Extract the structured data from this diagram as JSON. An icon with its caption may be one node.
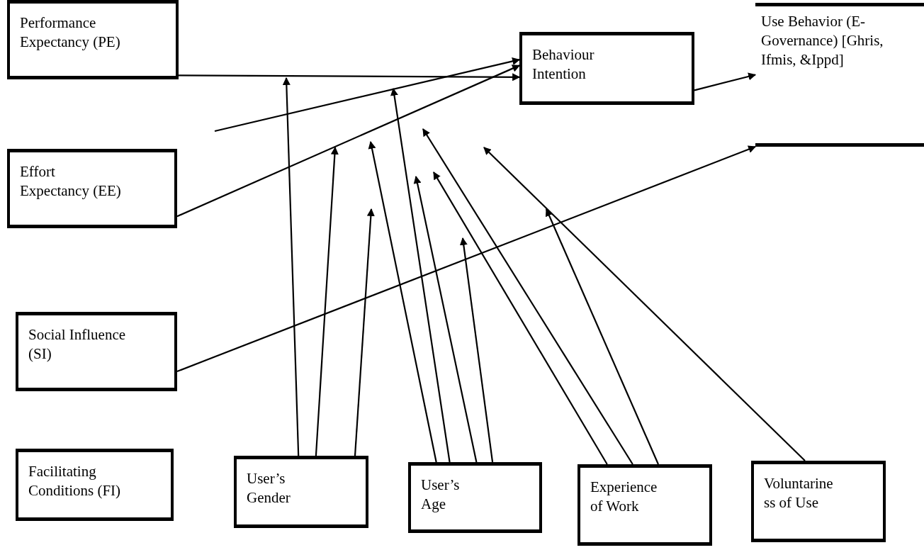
{
  "diagram": {
    "nodes": [
      {
        "text": [
          "Performance Expectancy (PE)"
        ]
      },
      {
        "text": [
          "Behaviour Intention"
        ]
      },
      {
        "text": [
          "Use Behavior (E-Governance) [Ghris, Ifmis, &Ippd]"
        ]
      },
      {
        "text": [
          "Effort Expectancy (EE)"
        ]
      },
      {
        "text": [
          "Social Influence (SI)"
        ]
      },
      {
        "text": [
          "Facilitating Conditions (FI)"
        ]
      },
      {
        "text": [
          "User’s Gender"
        ]
      },
      {
        "text": [
          "User’s Age"
        ]
      },
      {
        "text": [
          "Experience of Work"
        ]
      },
      {
        "text": [
          "Voluntarine ss of Use"
        ]
      }
    ],
    "edges": [
      {
        "from": 0,
        "to": 1,
        "arrow": "to"
      },
      {
        "from": null,
        "to": 1,
        "arrow": "to"
      },
      {
        "from": 3,
        "to": 1,
        "arrow": "to"
      },
      {
        "from": 1,
        "to": 2,
        "arrow": "to"
      },
      {
        "from": 4,
        "to": 2,
        "arrow": "to"
      },
      {
        "from": 6,
        "to": null,
        "arrow": "to"
      },
      {
        "from": 6,
        "to": null,
        "arrow": "to"
      },
      {
        "from": 6,
        "to": null,
        "arrow": "to"
      },
      {
        "from": 7,
        "to": null,
        "arrow": "to"
      },
      {
        "from": 7,
        "to": null,
        "arrow": "to"
      },
      {
        "from": 7,
        "to": null,
        "arrow": "to"
      },
      {
        "from": 7,
        "to": null,
        "arrow": "to"
      },
      {
        "from": 8,
        "to": null,
        "arrow": "to"
      },
      {
        "from": 8,
        "to": null,
        "arrow": "to"
      },
      {
        "from": 8,
        "to": null,
        "arrow": "to"
      },
      {
        "from": 9,
        "to": null,
        "arrow": "to"
      }
    ]
  }
}
